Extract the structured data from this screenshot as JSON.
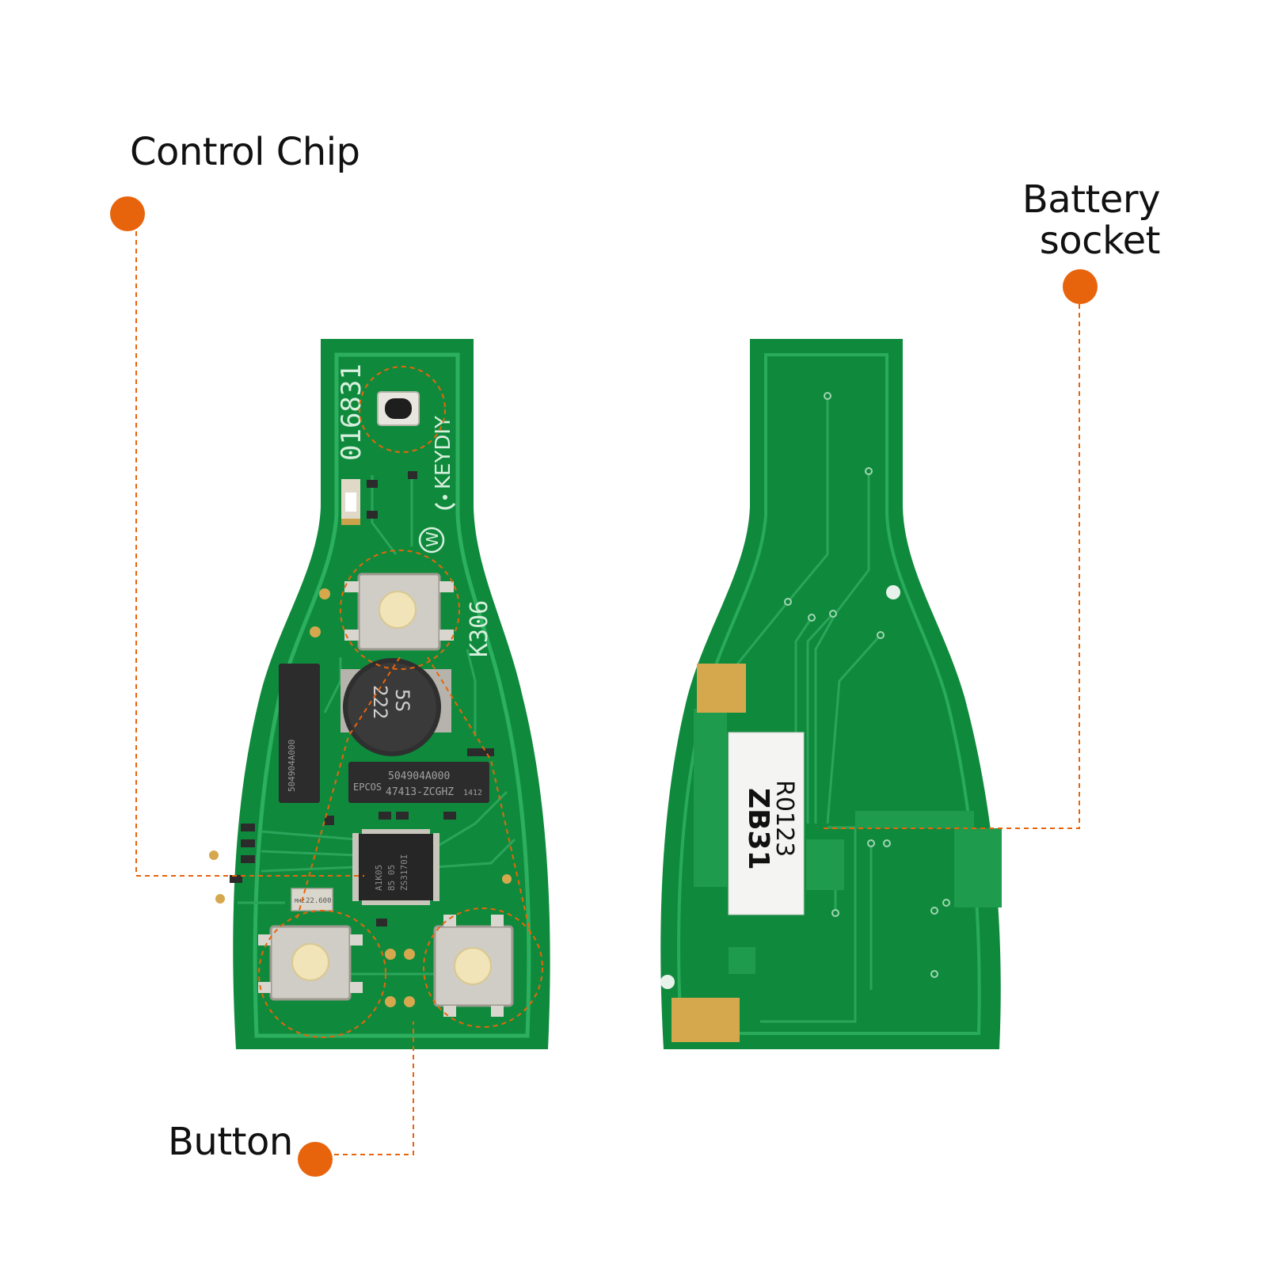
{
  "labels": {
    "control_chip": "Control Chip",
    "battery_socket_line1": "Battery",
    "battery_socket_line2": "socket",
    "button": "Button"
  },
  "pcb_front": {
    "serial": "016831",
    "brand": "KEYDIY",
    "model": "K306",
    "inductor_code_1": "5S",
    "inductor_code_2": "222",
    "filter_1_brand": "EPCOS",
    "filter_1_part": "504904A000",
    "filter_1_lot": "47413-ZCGHZ",
    "filter_1_date": "1412",
    "crystal": "22.600",
    "crystal_unit": "MHZ",
    "chip_line1": "A1K05",
    "chip_line2": "85 05",
    "chip_line3": "ZS3170I"
  },
  "pcb_back": {
    "sticker_line1": "ZB31",
    "sticker_line2": "R0123"
  },
  "colors": {
    "accent": "#e8640c",
    "pcb_green": "#0f8a3c",
    "pcb_trace": "#2aa55a",
    "gold_pad": "#d6a84e",
    "background": "#ffffff"
  }
}
